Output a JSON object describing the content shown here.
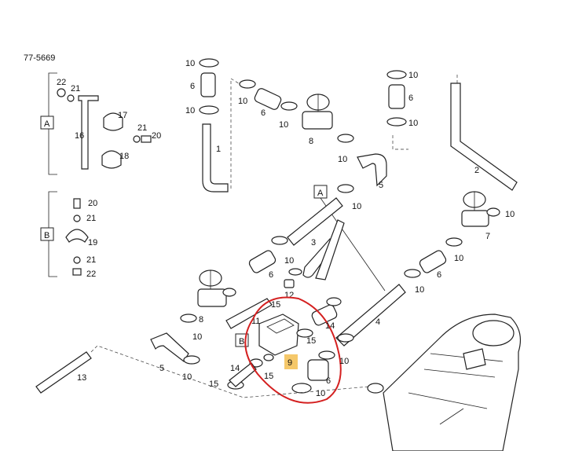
{
  "drawing_number": "77-5669",
  "highlight": {
    "label": "9",
    "fill_color": "#f5c86a",
    "circle_color": "#d42020"
  },
  "detail_boxes": {
    "a": "A",
    "b": "B",
    "b_on_main": "B",
    "a_on_main": "A"
  },
  "callouts": {
    "c22a": "22",
    "c21a": "21",
    "c17": "17",
    "c16": "16",
    "c21b": "21",
    "c20a": "20",
    "c18": "18",
    "c20b": "20",
    "c21c": "21",
    "c19": "19",
    "c21d": "21",
    "c22b": "22",
    "c10a": "10",
    "c6a": "6",
    "c10b": "10",
    "c1": "1",
    "c10c": "10",
    "c6b": "6",
    "c10d": "10",
    "c8a": "8",
    "c10e": "10",
    "c5a": "5",
    "c10f": "10",
    "c6c": "6",
    "c10g": "10",
    "c2": "2",
    "c10h": "10",
    "c3": "3",
    "c10i": "10",
    "c6d": "6",
    "c12": "12",
    "c7": "7",
    "c10j": "10",
    "c10k": "10",
    "c6e": "6",
    "c10l": "10",
    "c15a": "15",
    "c8b": "8",
    "c11": "11",
    "c14a": "14",
    "c4": "4",
    "c15b": "15",
    "c10m": "10",
    "c10n": "10",
    "c5b": "5",
    "c10o": "10",
    "c14b": "14",
    "c15c": "15",
    "c15d": "15",
    "c6f": "6",
    "c10p": "10",
    "c13": "13"
  }
}
